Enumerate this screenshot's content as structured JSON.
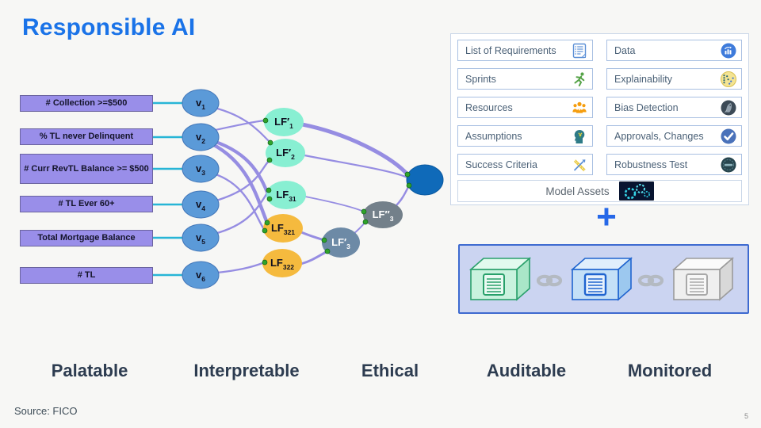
{
  "title": "Responsible AI",
  "source": "Source: FICO",
  "page_number": "5",
  "network": {
    "inputs": [
      {
        "label": "# Collection >=$500"
      },
      {
        "label": "% TL never Delinquent"
      },
      {
        "label": "# Curr RevTL Balance >= $500"
      },
      {
        "label": "# TL Ever 60+"
      },
      {
        "label": "Total Mortgage Balance"
      },
      {
        "label": "# TL"
      }
    ],
    "input_nodes": [
      {
        "base": "v",
        "sub": "1"
      },
      {
        "base": "v",
        "sub": "2"
      },
      {
        "base": "v",
        "sub": "3"
      },
      {
        "base": "v",
        "sub": "4"
      },
      {
        "base": "v",
        "sub": "5"
      },
      {
        "base": "v",
        "sub": "6"
      }
    ],
    "latent_nodes": [
      {
        "base": "LF′",
        "sub": "1"
      },
      {
        "base": "LF′",
        "sub": "2"
      },
      {
        "base": "LF",
        "sub": "31"
      },
      {
        "base": "LF",
        "sub": "321"
      },
      {
        "base": "LF",
        "sub": "322"
      },
      {
        "base": "LF′",
        "sub": "3"
      },
      {
        "base": "LF″",
        "sub": "3"
      }
    ]
  },
  "checklist": {
    "rows": [
      {
        "left": "List of Requirements",
        "right": "Data"
      },
      {
        "left": "Sprints",
        "right": "Explainability"
      },
      {
        "left": "Resources",
        "right": "Bias Detection"
      },
      {
        "left": "Assumptions",
        "right": "Approvals, Changes"
      },
      {
        "left": "Success Criteria",
        "right": "Robustness Test"
      }
    ],
    "footer": "Model Assets"
  },
  "plus": "+",
  "pillars": [
    "Palatable",
    "Interpretable",
    "Ethical",
    "Auditable",
    "Monitored"
  ],
  "colors": {
    "title_blue": "#1a73e8",
    "input_box_purple": "#998ee9",
    "edge_purple": "#9188e2",
    "connector_cyan": "#27b5d6",
    "input_node_blue": "#5b9ad8",
    "latent_mint": "#88efd2",
    "latent_amber": "#f5ba3e",
    "latent_slate": "#6d8aa6",
    "latent_gray": "#73808a",
    "output_blue": "#0f6ab9",
    "dot_green": "#2fa32a",
    "pillar_navy": "#2d3c50",
    "chainbox_fill": "#cbd4f1",
    "chainbox_border": "#3e6ad0"
  }
}
